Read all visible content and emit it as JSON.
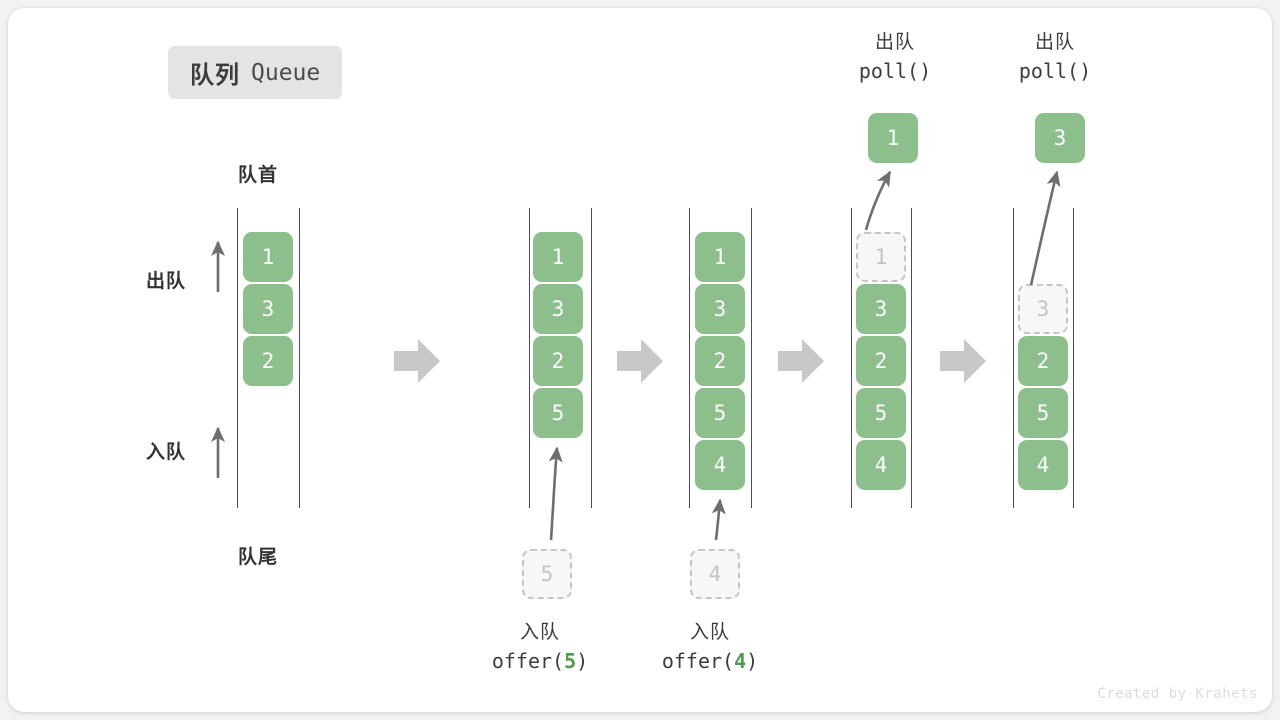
{
  "title": {
    "cn": "队列",
    "en": "Queue"
  },
  "labels": {
    "front": "队首",
    "rear": "队尾",
    "dequeue": "出队",
    "enqueue": "入队"
  },
  "colors": {
    "cell_fill": "#8cbf8c",
    "cell_text": "#ffffff",
    "ghost_fill": "#f7f7f7",
    "ghost_border": "#c6c6c6",
    "ghost_text": "#c3c3c3",
    "rail": "#4d4d4d",
    "arrow": "#6e6e6e",
    "step_arrow": "#c8c8c8",
    "badge_bg": "#e4e4e4",
    "accent_green": "#4e9a4e",
    "text": "#3c3c3c",
    "watermark": "#dcdcdc",
    "card_bg": "#ffffff",
    "page_bg": "#f2f2f2"
  },
  "operations": {
    "offer5": {
      "cn": "入队",
      "code_prefix": "offer(",
      "code_num": "5",
      "code_suffix": ")"
    },
    "offer4": {
      "cn": "入队",
      "code_prefix": "offer(",
      "code_num": "4",
      "code_suffix": ")"
    },
    "poll1": {
      "cn": "出队",
      "code": "poll()"
    },
    "poll2": {
      "cn": "出队",
      "code": "poll()"
    }
  },
  "columns": [
    {
      "name": "initial",
      "cells": [
        "1",
        "3",
        "2"
      ]
    },
    {
      "name": "after-offer5",
      "cells": [
        "1",
        "3",
        "2",
        "5"
      ],
      "incoming": "5"
    },
    {
      "name": "after-offer4",
      "cells": [
        "1",
        "3",
        "2",
        "5",
        "4"
      ],
      "incoming": "4"
    },
    {
      "name": "after-poll-1",
      "cells": [
        "1",
        "3",
        "2",
        "5",
        "4"
      ],
      "removed_index": 0,
      "popped": "1"
    },
    {
      "name": "after-poll-2",
      "cells": [
        "3",
        "2",
        "5",
        "4"
      ],
      "removed_index": 0,
      "popped": "3"
    }
  ],
  "watermark": "Created by Krahets"
}
